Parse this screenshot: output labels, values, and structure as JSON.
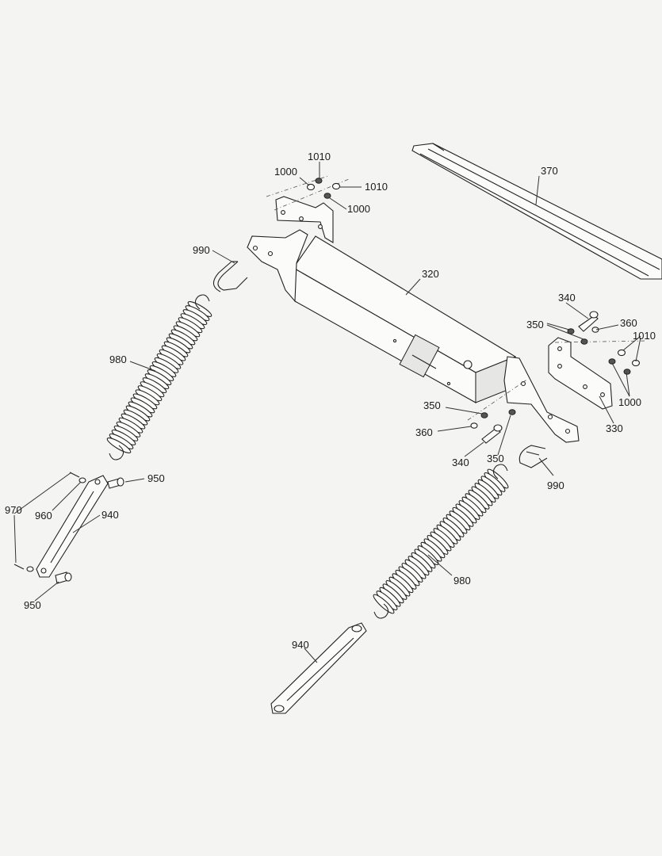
{
  "callouts": {
    "c320": "320",
    "c330": "330",
    "c340_top": "340",
    "c340_bottom": "340",
    "c350_top": "350",
    "c350_mid": "350",
    "c350_bottom": "350",
    "c360_right": "360",
    "c360_left": "360",
    "c370": "370",
    "c940_left": "940",
    "c940_bottom": "940",
    "c950_top": "950",
    "c950_bottom": "950",
    "c960": "960",
    "c970": "970",
    "c980_left": "980",
    "c980_right": "980",
    "c990_left": "990",
    "c990_right": "990",
    "c1000_a": "1000",
    "c1000_b": "1000",
    "c1000_c": "1000",
    "c1010_a": "1010",
    "c1010_b": "1010",
    "c1010_c": "1010"
  },
  "colors": {
    "line": "#222222",
    "background": "#f4f4f2",
    "part_fill": "#fbfbfa"
  }
}
